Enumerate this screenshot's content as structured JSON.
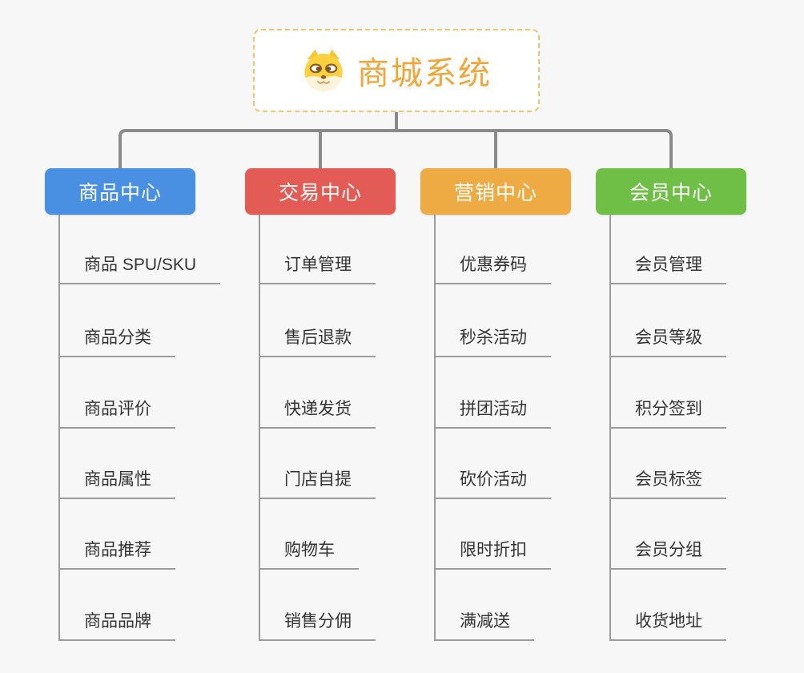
{
  "root": {
    "title": "商城系统",
    "icon": "dog-face-icon"
  },
  "colors": {
    "root_title": "#efa73b",
    "root_border": "#f2c272",
    "connector_gray": "#8a8a8a",
    "underline_gray": "#9b9b9b",
    "branch_product": "#4a90e2",
    "branch_trade": "#e25b55",
    "branch_marketing": "#eeab43",
    "branch_member": "#6fbe45"
  },
  "branches": [
    {
      "label": "商品中心",
      "color": "#4a90e2",
      "items": [
        "商品 SPU/SKU",
        "商品分类",
        "商品评价",
        "商品属性",
        "商品推荐",
        "商品品牌"
      ]
    },
    {
      "label": "交易中心",
      "color": "#e25b55",
      "items": [
        "订单管理",
        "售后退款",
        "快递发货",
        "门店自提",
        "购物车",
        "销售分佣"
      ]
    },
    {
      "label": "营销中心",
      "color": "#eeab43",
      "items": [
        "优惠券码",
        "秒杀活动",
        "拼团活动",
        "砍价活动",
        "限时折扣",
        "满减送"
      ]
    },
    {
      "label": "会员中心",
      "color": "#6fbe45",
      "items": [
        "会员管理",
        "会员等级",
        "积分签到",
        "会员标签",
        "会员分组",
        "收货地址"
      ]
    }
  ]
}
